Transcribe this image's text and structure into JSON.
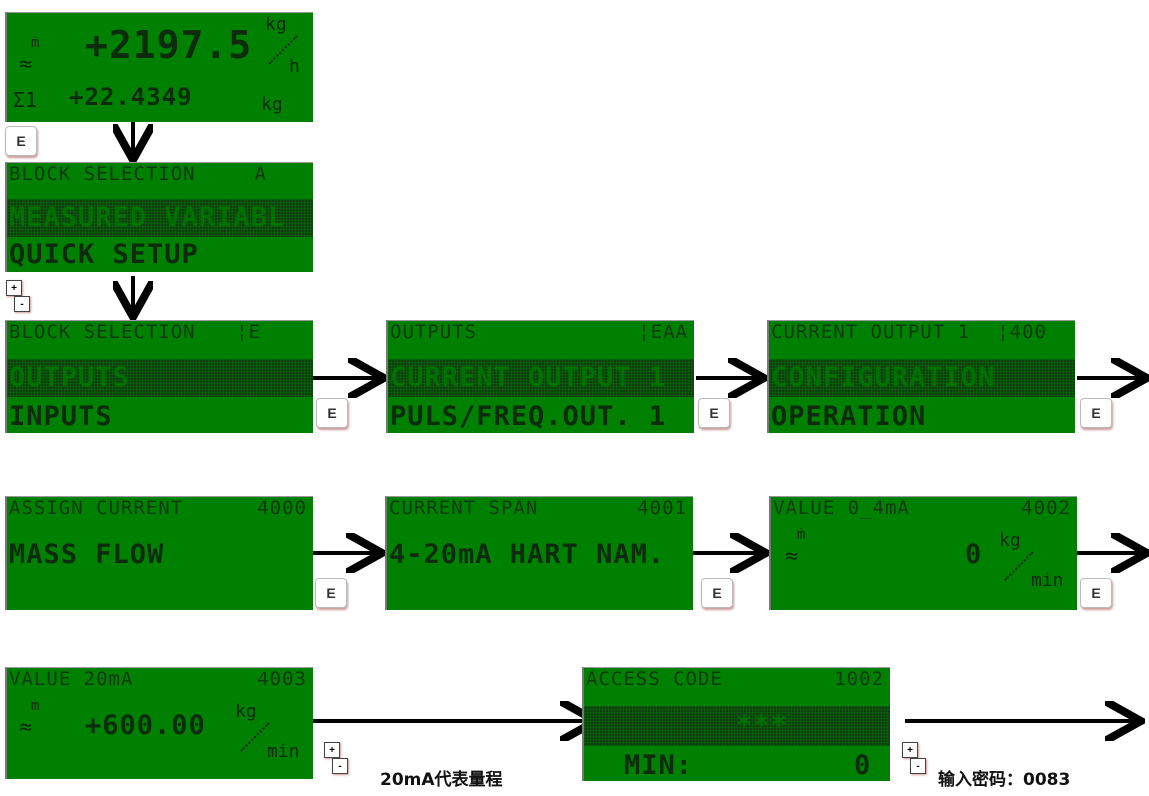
{
  "screens": {
    "home": {
      "flow_value": "+2197.5",
      "flow_unit_top": "kg",
      "flow_unit_bottom": "h",
      "flow_symbol": "ṁ",
      "totalizer_symbol": "Σ1",
      "total_value": "+22.4349",
      "total_unit": "kg"
    },
    "block_a": {
      "header": "BLOCK SELECTION",
      "code": "A",
      "selected": "MEASURED VARIABL",
      "next": "QUICK SETUP"
    },
    "block_e": {
      "header": "BLOCK SELECTION",
      "code": "¦E",
      "selected": "OUTPUTS",
      "next": "INPUTS"
    },
    "outputs": {
      "header": "OUTPUTS",
      "code": "¦EAA",
      "selected": "CURRENT OUTPUT 1",
      "next": "PULS/FREQ.OUT. 1"
    },
    "current_output": {
      "header": "CURRENT OUTPUT 1",
      "code": "¦400",
      "selected": "CONFIGURATION",
      "next": "OPERATION"
    },
    "assign_current": {
      "header": "ASSIGN CURRENT",
      "code": "4000",
      "value": "MASS FLOW"
    },
    "current_span": {
      "header": "CURRENT SPAN",
      "code": "4001",
      "value": "4-20mA HART NAM."
    },
    "value_0_4": {
      "header": "VALUE 0_4mA",
      "code": "4002",
      "value": "0",
      "unit_top": "kg",
      "unit_bottom": "min",
      "symbol": "ṁ"
    },
    "value_20": {
      "header": "VALUE 20mA",
      "code": "4003",
      "value": "+600.00",
      "unit_top": "kg",
      "unit_bottom": "min",
      "symbol": "ṁ"
    },
    "access_code": {
      "header": "ACCESS CODE",
      "code": "1002",
      "selected": "***",
      "min_label": "MIN:",
      "min_value": "0"
    }
  },
  "buttons": {
    "enter_label": "E",
    "plus": "+",
    "minus": "-"
  },
  "notes": {
    "span_note": "20mA代表量程",
    "password_note": "输入密码：0083"
  },
  "colors": {
    "lcd": "#008000",
    "text": "#0d2b0d"
  }
}
